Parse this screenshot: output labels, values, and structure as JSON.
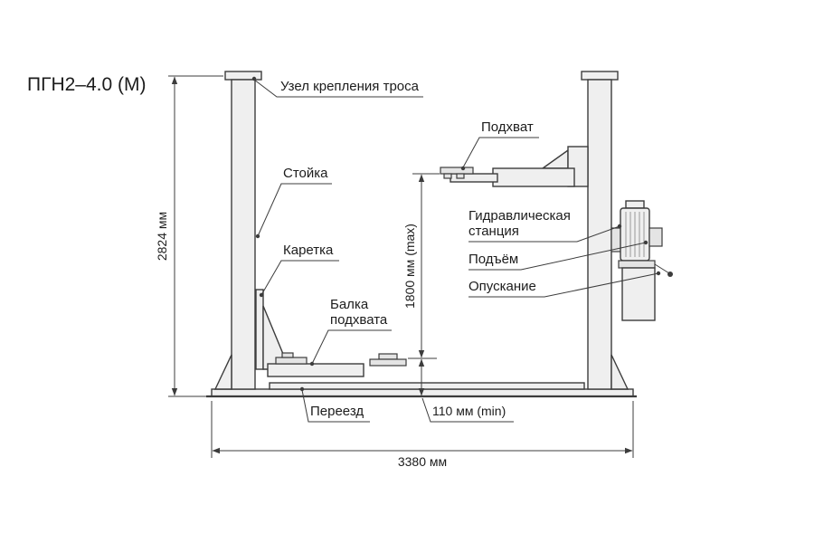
{
  "title": "ПГН2–4.0 (М)",
  "callouts": {
    "cable_unit": "Узел крепления троса",
    "post": "Стойка",
    "carriage": "Каретка",
    "beam_line1": "Балка",
    "beam_line2": "подхвата",
    "driveover": "Переезд",
    "pickup": "Подхват",
    "hydraulic_line1": "Гидравлическая",
    "hydraulic_line2": "станция",
    "raise": "Подъём",
    "lower": "Опускание"
  },
  "dimensions": {
    "total_height": "2824 мм",
    "max_lift": "1800 мм (max)",
    "min_height": "110 мм (min)",
    "total_width": "3380 мм"
  },
  "colors": {
    "line": "#3c3c3c",
    "part_fill": "#efefef",
    "background": "#ffffff"
  }
}
